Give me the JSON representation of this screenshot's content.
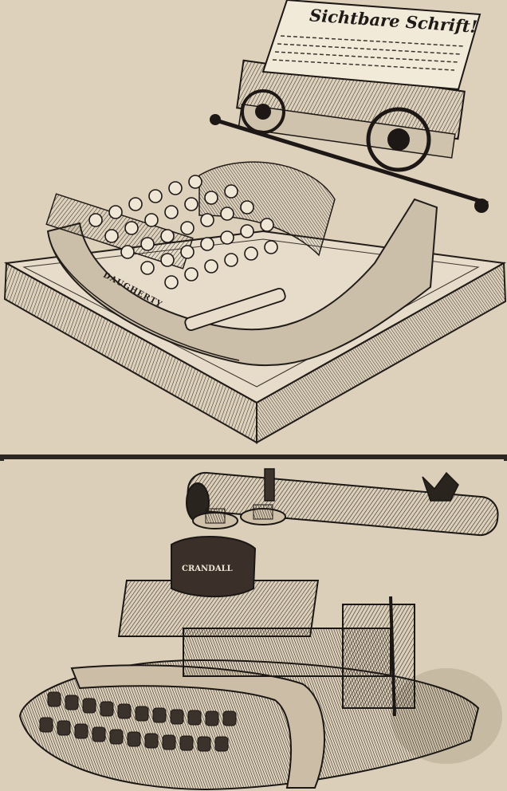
{
  "illustration_top": {
    "paper_heading": "Sichtbare Schrift!",
    "base_plate_label": "DAUGHERTY"
  },
  "illustration_bottom": {
    "nameplate_label": "CRANDALL"
  },
  "colors": {
    "paper": "#ddd1bc",
    "ink": "#1e1a17",
    "rule": "#2b2622"
  }
}
